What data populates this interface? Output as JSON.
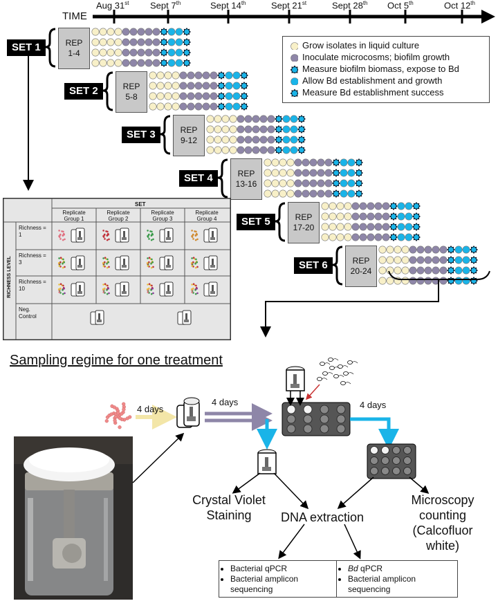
{
  "timeline": {
    "time_label": "TIME",
    "dates": [
      {
        "day": "Aug 31",
        "suffix": "st"
      },
      {
        "day": "Sept 7",
        "suffix": "th"
      },
      {
        "day": "Sept 14",
        "suffix": "th"
      },
      {
        "day": "Sept 21",
        "suffix": "st"
      },
      {
        "day": "Sept 28",
        "suffix": "th"
      },
      {
        "day": "Oct 5",
        "suffix": "th"
      },
      {
        "day": "Oct 12",
        "suffix": "th"
      }
    ]
  },
  "sets": [
    {
      "name": "SET 1",
      "rep_line1": "REP",
      "rep_line2": "1-4"
    },
    {
      "name": "SET 2",
      "rep_line1": "REP",
      "rep_line2": "5-8"
    },
    {
      "name": "SET 3",
      "rep_line1": "REP",
      "rep_line2": "9-12"
    },
    {
      "name": "SET 4",
      "rep_line1": "REP",
      "rep_line2": "13-16"
    },
    {
      "name": "SET 5",
      "rep_line1": "REP",
      "rep_line2": "17-20"
    },
    {
      "name": "SET 6",
      "rep_line1": "REP",
      "rep_line2": "20-24"
    }
  ],
  "legend": [
    {
      "icon": "cream-circle",
      "color": "#f8f0c8",
      "label": "Grow isolates in liquid culture"
    },
    {
      "icon": "purple-circle",
      "color": "#8e86a8",
      "label": "Inoculate microcosms; biofilm growth"
    },
    {
      "icon": "blue-star",
      "color": "#1ab4e8",
      "label": "Measure biofilm biomass, expose to Bd"
    },
    {
      "icon": "blue-circle",
      "color": "#1ab4e8",
      "label": "Allow Bd establishment and growth"
    },
    {
      "icon": "blue-star",
      "color": "#1ab4e8",
      "label": "Measure Bd establishment success"
    }
  ],
  "colors": {
    "cream": "#f8f0c8",
    "purple": "#8e86a8",
    "blue": "#1ab4e8",
    "star_outline": "#0a1a2a"
  },
  "matrix": {
    "header": "SET",
    "row_axis": "RICHNESS LEVEL",
    "columns": [
      "Replicate Group 1",
      "Replicate Group 2",
      "Replicate Group 3",
      "Replicate Group 4"
    ],
    "rows": [
      {
        "label": "Richness = 1"
      },
      {
        "label": "Richness = 3"
      },
      {
        "label": "Richness = 10"
      },
      {
        "label": "Neg. Control"
      }
    ]
  },
  "panel": {
    "title": "Sampling regime for one treatment",
    "step1": "4 days",
    "step2": "4 days",
    "step3": "4 days",
    "crystal_violet": "Crystal Violet Staining",
    "dna_extraction": "DNA extraction",
    "microscopy": "Microscopy counting (Calcofluor white)",
    "box_left": [
      "Bacterial qPCR",
      "Bacterial amplicon sequencing"
    ],
    "box_right_italic": "Bd",
    "box_right": [
      " qPCR",
      "Bacterial amplicon sequencing"
    ]
  }
}
